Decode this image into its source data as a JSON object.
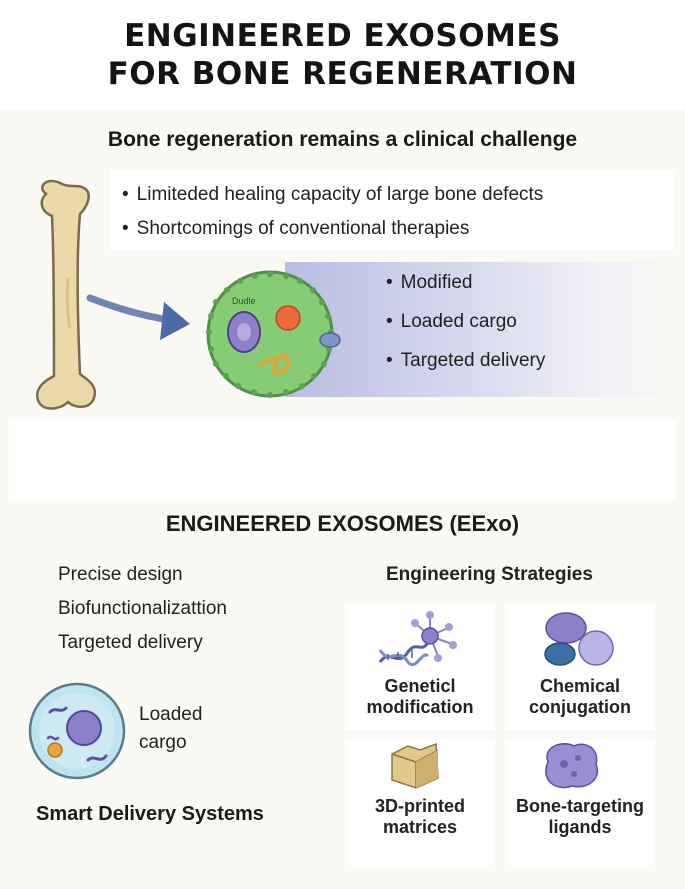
{
  "header": {
    "title_line1": "ENGINEERED EXOSOMES",
    "title_line2": "FOR BONE REGENERATION"
  },
  "challenge": {
    "heading": "Bone regeneration remains a clinical challenge",
    "bullets": [
      "Limiteded healing capacity of large bone defects",
      "Shortcomings of conventional therapies"
    ]
  },
  "exosome": {
    "inner_label": "Dudle",
    "features": [
      "Modified",
      "Loaded cargo",
      "Targeted delivery"
    ]
  },
  "eexo": {
    "heading": "ENGINEERED EXOSOMES (EExo)",
    "left_items": [
      "Precise design",
      "Biofunctionalizattion",
      "Targeted delivery"
    ],
    "cell_label_line1": "Loaded",
    "cell_label_line2": "cargo",
    "smart_delivery": "Smart Delivery Systems"
  },
  "strategies": {
    "heading": "Engineering Strategies",
    "cards": [
      {
        "line1": "Geneticl",
        "line2": "modification",
        "icon": "dna-molecule-icon"
      },
      {
        "line1": "Chemical",
        "line2": "conjugation",
        "icon": "molecule-spheres-icon"
      },
      {
        "line1": "3D-printed",
        "line2": "matrices",
        "icon": "scaffold-block-icon"
      },
      {
        "line1": "Bone-targeting",
        "line2": "ligands",
        "icon": "ligand-cell-icon"
      }
    ]
  },
  "colors": {
    "bone": "#ecd9a9",
    "exosome_fill": "#86cc74",
    "cell_fill": "#bde4ef",
    "nucleus": "#8e80c8",
    "accent_orange": "#ec6a35",
    "arrow": "#6f86b5"
  }
}
